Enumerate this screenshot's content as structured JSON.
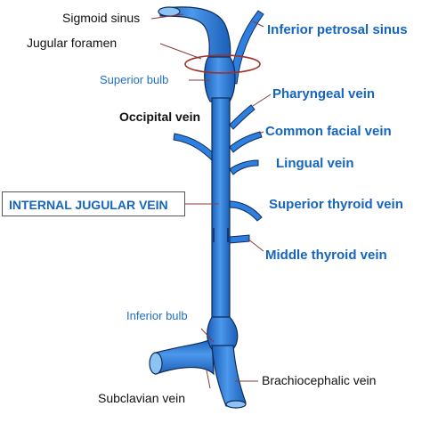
{
  "labels": {
    "sigmoid_sinus": "Sigmoid sinus",
    "jugular_foramen": "Jugular foramen",
    "superior_bulb": "Superior bulb",
    "occipital_vein": "Occipital vein",
    "internal_jugular_vein": "INTERNAL JUGULAR VEIN",
    "inferior_petrosal_sinus": "Inferior petrosal sinus",
    "pharyngeal_vein": "Pharyngeal vein",
    "common_facial_vein": "Common facial vein",
    "lingual_vein": "Lingual vein",
    "superior_thyroid_vein": "Superior thyroid vein",
    "middle_thyroid_vein": "Middle thyroid vein",
    "inferior_bulb": "Inferior bulb",
    "brachiocephalic_vein": "Brachiocephalic vein",
    "subclavian_vein": "Subclavian vein"
  },
  "colors": {
    "vein_fill": "#2f7fe0",
    "vein_highlight": "#8ec3f5",
    "vein_outline": "#0d2d5a",
    "foramen_ring": "#a0302a",
    "label_blue": "#1565c0",
    "leader_line": "#8a3a3a"
  }
}
